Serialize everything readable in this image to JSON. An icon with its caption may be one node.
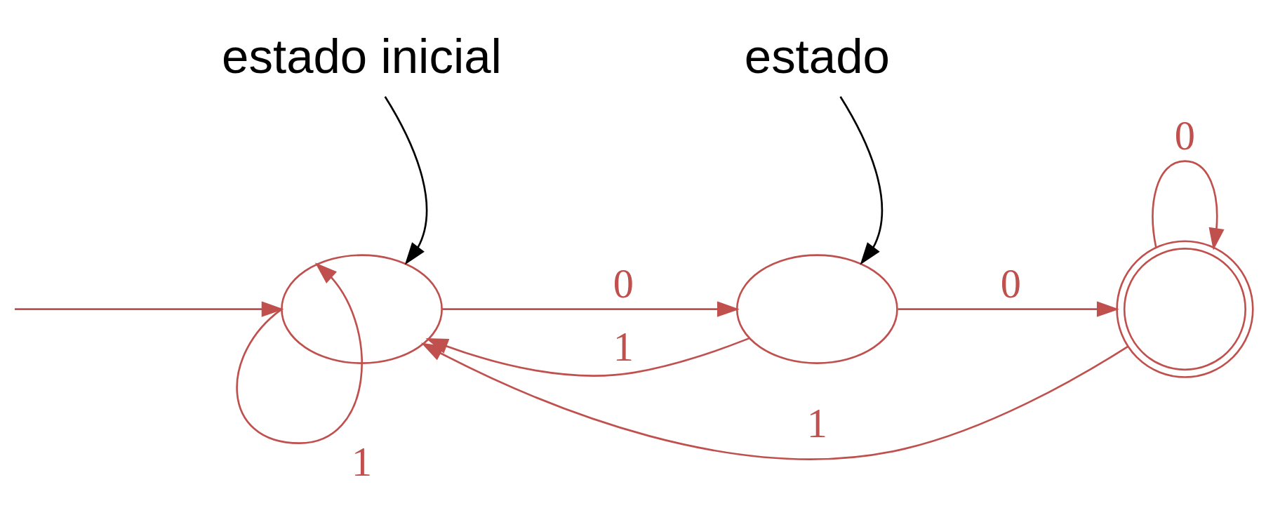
{
  "diagram": {
    "nodes": [
      {
        "text": [
          "estado inicial"
        ]
      },
      {
        "text": [
          "estado"
        ]
      },
      {
        "text": [],
        "shape": "ellipse"
      },
      {
        "text": [],
        "shape": "ellipse"
      },
      {
        "text": [],
        "shape": "doublecircle"
      }
    ],
    "edges": [
      {
        "from": 0,
        "to": 2,
        "arrow": "to",
        "color": "#000000"
      },
      {
        "from": 1,
        "to": 3,
        "arrow": "to",
        "color": "#000000"
      },
      {
        "from": null,
        "to": 2,
        "arrow": "to"
      },
      {
        "from": 2,
        "to": 2,
        "label": "1",
        "arrow": "to"
      },
      {
        "from": 2,
        "to": 3,
        "label": "0",
        "arrow": "to"
      },
      {
        "from": 3,
        "to": 4,
        "label": "0",
        "arrow": "to"
      },
      {
        "from": 4,
        "to": 4,
        "label": "0",
        "arrow": "to"
      },
      {
        "from": 3,
        "to": 2,
        "label": "1",
        "arrow": "to"
      },
      {
        "from": 4,
        "to": 2,
        "label": "1",
        "arrow": "to"
      }
    ]
  }
}
